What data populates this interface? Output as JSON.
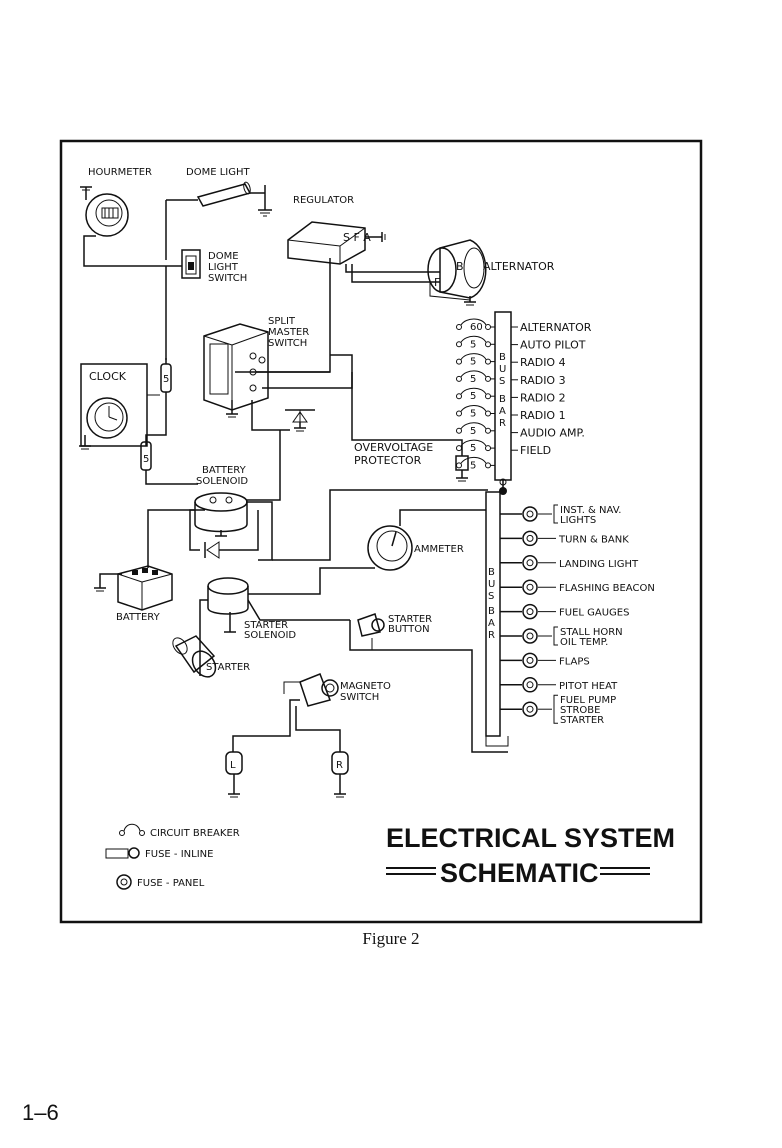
{
  "diagram": {
    "title_line1": "ELECTRICAL SYSTEM",
    "title_line2": "SCHEMATIC",
    "components": {
      "hourmeter": "HOURMETER",
      "dome_light": "DOME LIGHT",
      "regulator": "REGULATOR",
      "regulator_terminals": "S F A",
      "dome_light_switch": [
        "DOME",
        "LIGHT",
        "SWITCH"
      ],
      "alternator": "ALTERNATOR",
      "alternator_terminal_b": "B",
      "alternator_terminal_f": "F",
      "split_master_switch": [
        "SPLIT",
        "MASTER",
        "SWITCH"
      ],
      "clock": "CLOCK",
      "fuse_5": "5",
      "overvoltage_protector": [
        "OVERVOLTAGE",
        "PROTECTOR"
      ],
      "battery_solenoid": [
        "BATTERY",
        "SOLENOID"
      ],
      "battery": "BATTERY",
      "ammeter": "AMMETER",
      "starter_solenoid": [
        "STARTER",
        "SOLENOID"
      ],
      "starter_button": [
        "STARTER",
        "BUTTON"
      ],
      "starter": "STARTER",
      "magneto_switch": [
        "MAGNETO",
        "SWITCH"
      ],
      "mag_left": "L",
      "mag_right": "R"
    },
    "upper_bus": {
      "label": "BUS BAR",
      "breakers": [
        "60",
        "5",
        "5",
        "5",
        "5",
        "5",
        "5",
        "5",
        "5"
      ],
      "circuits": [
        "ALTERNATOR",
        "AUTO PILOT",
        "RADIO 4",
        "RADIO 3",
        "RADIO 2",
        "RADIO 1",
        "AUDIO AMP.",
        "FIELD"
      ]
    },
    "lower_bus": {
      "label": "BUS BAR",
      "circuits": [
        [
          "INST. & NAV.",
          "LIGHTS"
        ],
        [
          "TURN & BANK"
        ],
        [
          "LANDING LIGHT"
        ],
        [
          "FLASHING BEACON"
        ],
        [
          "FUEL GAUGES"
        ],
        [
          "STALL HORN",
          "OIL TEMP."
        ],
        [
          "FLAPS"
        ],
        [
          "PITOT HEAT"
        ],
        [
          "FUEL PUMP",
          "STROBE",
          "STARTER"
        ]
      ]
    },
    "legend": {
      "circuit_breaker": "CIRCUIT BREAKER",
      "fuse_inline": "FUSE - INLINE",
      "fuse_panel": "FUSE - PANEL"
    }
  },
  "caption": "Figure 2",
  "page_number": "1–6"
}
